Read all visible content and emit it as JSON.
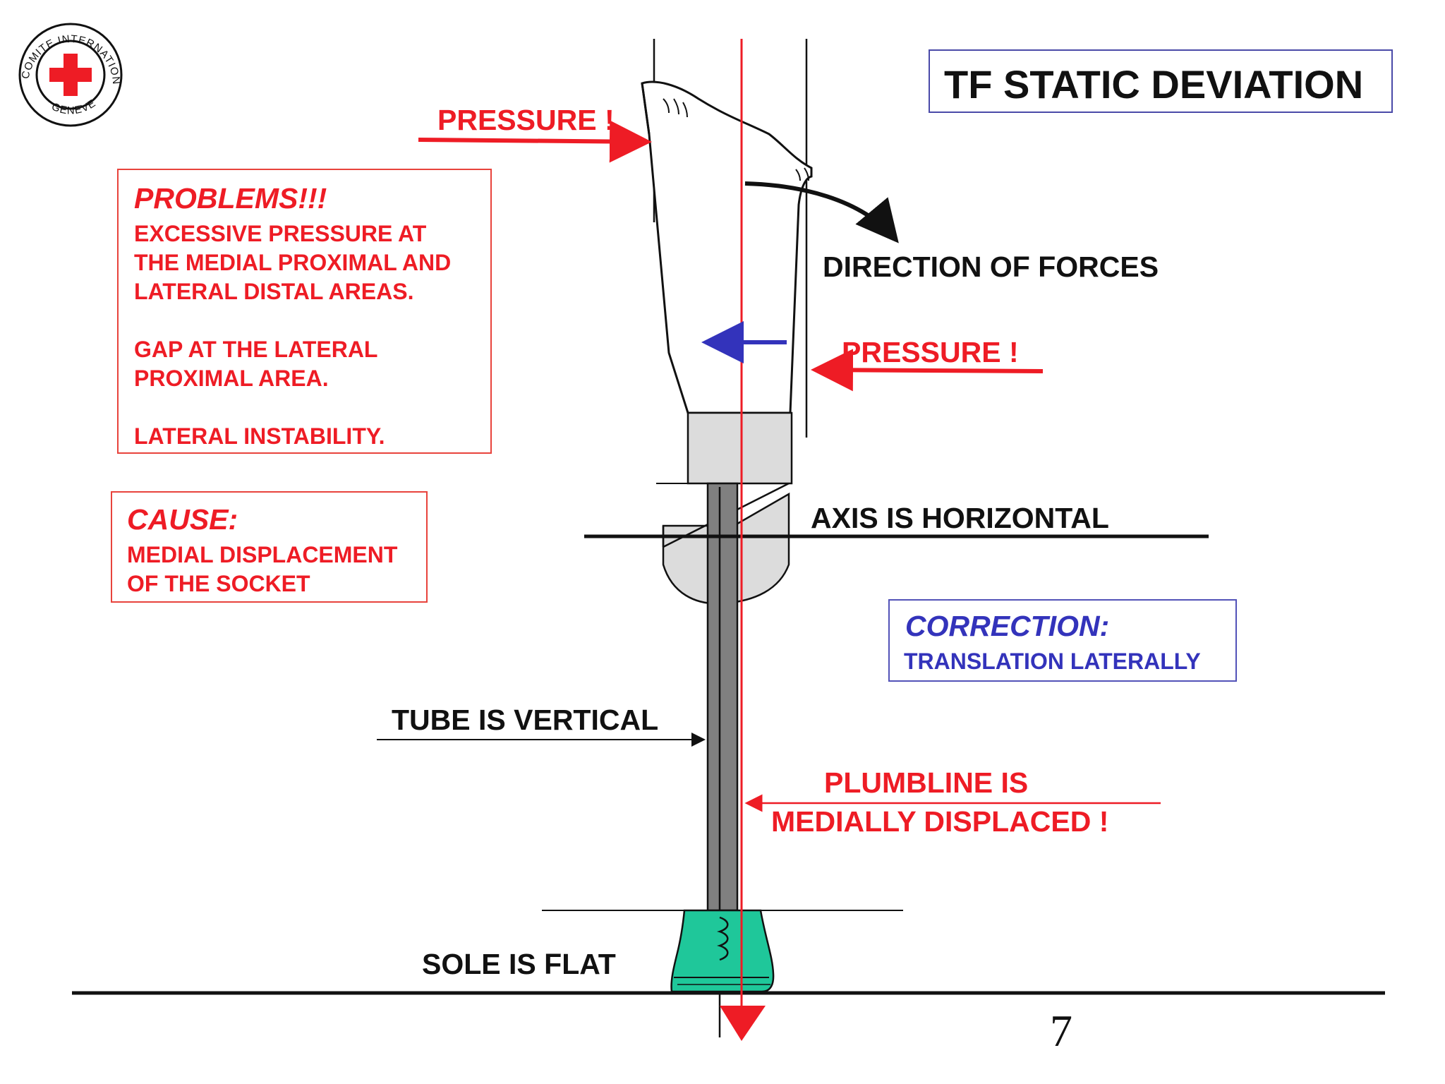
{
  "title": "TF STATIC DEVIATION",
  "logo": {
    "upper_text": "COMITE INTERNATIONAL",
    "lower_text": "GENEVE",
    "symbol": "red-cross-icon"
  },
  "labels": {
    "pressure_top": "PRESSURE !",
    "pressure_right": "PRESSURE !",
    "direction_of_forces": "DIRECTION OF FORCES",
    "axis_horizontal": "AXIS IS HORIZONTAL",
    "tube_vertical": "TUBE IS VERTICAL",
    "plumbline_line1": "PLUMBLINE IS",
    "plumbline_line2": "MEDIALLY DISPLACED !",
    "sole_flat": "SOLE IS FLAT"
  },
  "problems": {
    "heading": "PROBLEMS!!!",
    "lines": [
      "EXCESSIVE PRESSURE AT",
      "THE MEDIAL PROXIMAL AND",
      "LATERAL DISTAL AREAS.",
      "",
      "GAP AT THE LATERAL",
      "PROXIMAL AREA.",
      "",
      "LATERAL INSTABILITY."
    ]
  },
  "cause": {
    "heading": "CAUSE:",
    "lines": [
      "MEDIAL DISPLACEMENT",
      "OF THE SOCKET"
    ]
  },
  "correction": {
    "heading": "CORRECTION:",
    "line": "TRANSLATION LATERALLY"
  },
  "page_number": "7",
  "colors": {
    "red": "#ee1c25",
    "blue": "#3333bb",
    "foot_green": "#1fc79a",
    "tube_gray": "#808080",
    "adapter_gray": "#dcdcdc"
  }
}
